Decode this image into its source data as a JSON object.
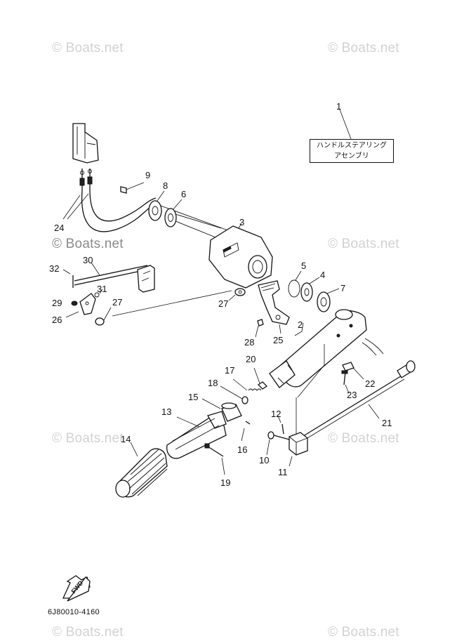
{
  "watermark": {
    "text": "© Boats.net"
  },
  "assembly_label": {
    "line1": "ハンドルステアリング",
    "line2": "アセンブリ"
  },
  "callouts": [
    "1",
    "2",
    "3",
    "4",
    "5",
    "6",
    "7",
    "8",
    "9",
    "10",
    "11",
    "12",
    "13",
    "14",
    "15",
    "16",
    "17",
    "18",
    "19",
    "20",
    "21",
    "22",
    "23",
    "24",
    "25",
    "26",
    "27",
    "27",
    "28",
    "29",
    "30",
    "31",
    "32"
  ],
  "fwd_label": "FWD",
  "diagram_code": "6J80010-4160"
}
